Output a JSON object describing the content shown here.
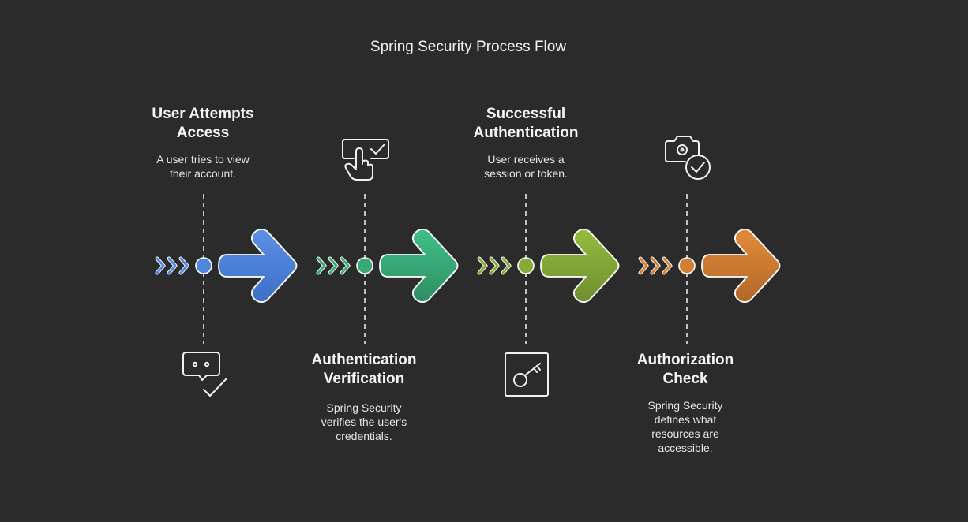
{
  "title": "Spring Security Process Flow",
  "colors": {
    "background": "#2b2b2b",
    "step1": "#4f86dd",
    "step2": "#3aa874",
    "step3": "#86ab38",
    "step4": "#d27e34"
  },
  "steps": [
    {
      "title_line1": "User Attempts",
      "title_line2": "Access",
      "desc_line1": "A user tries to view",
      "desc_line2": "their account.",
      "icon": "chat-check-icon",
      "color": "#4f86dd"
    },
    {
      "title_line1": "Authentication",
      "title_line2": "Verification",
      "desc_line1": "Spring Security",
      "desc_line2": "verifies the user's",
      "desc_line3": "credentials.",
      "icon": "touch-check-icon",
      "color": "#3aa874"
    },
    {
      "title_line1": "Successful",
      "title_line2": "Authentication",
      "desc_line1": "User receives a",
      "desc_line2": "session or token.",
      "icon": "key-icon",
      "color": "#86ab38"
    },
    {
      "title_line1": "Authorization",
      "title_line2": "Check",
      "desc_line1": "Spring Security",
      "desc_line2": "defines what",
      "desc_line3": "resources are",
      "desc_line4": "accessible.",
      "icon": "camera-check-icon",
      "color": "#d27e34"
    }
  ]
}
